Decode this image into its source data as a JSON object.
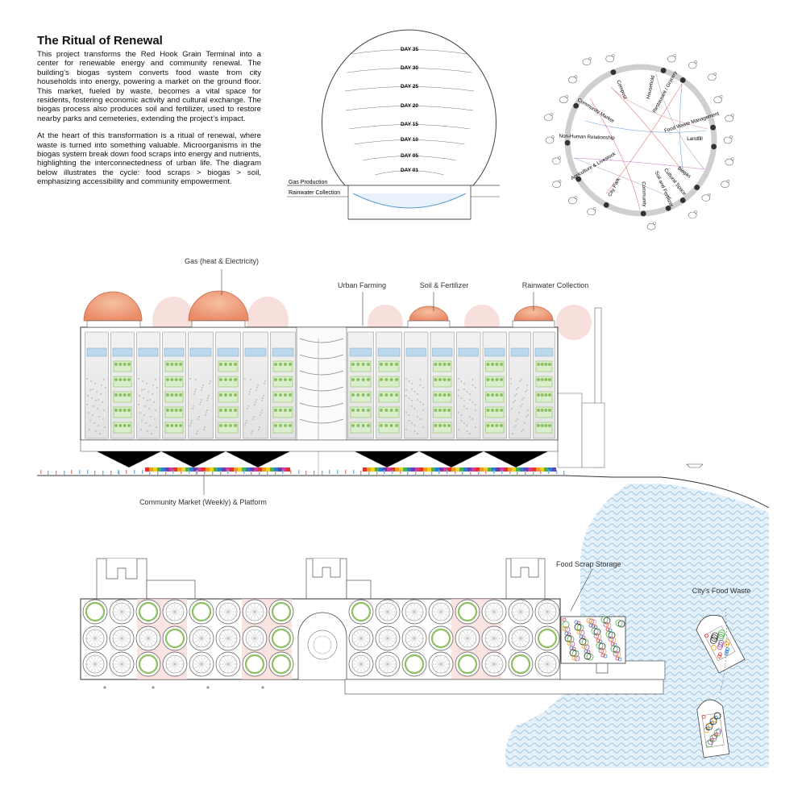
{
  "header": {
    "title": "The Ritual of Renewal",
    "paragraph1": "This project transforms the Red Hook Grain Terminal into a center for renewable energy and community renewal. The building’s biogas system converts food waste from city households into energy, powering a market on the ground floor. This market, fueled by waste, becomes a vital space for residents, fostering economic activity and cultural exchange. The biogas process also produces soil and fertilizer, used to restore nearby parks and cemeteries, extending the project’s impact.",
    "paragraph2": "At the heart of this transformation is a ritual of renewal, where waste is turned into something valuable. Microorganisms in the biogas system break down food scraps into energy and nutrients, highlighting the interconnectedness of urban life. The diagram below illustrates the cycle: food scraps > biogas > soil, emphasizing accessibility and community empowerment."
  },
  "dome_diagram": {
    "day_labels": [
      "DAY 35",
      "DAY 30",
      "DAY 25",
      "DAY 20",
      "DAY 15",
      "DAY 10",
      "DAY 05",
      "DAY 01"
    ],
    "gas_label": "Gas Production",
    "rain_label": "Rainwater Collection"
  },
  "cycle_diagram": {
    "nodes": [
      "Compost",
      "Household",
      "Restaurant / Grocery",
      "Food Waste Management",
      "Landfill",
      "Biogas",
      "Cultural Space",
      "Soil and Fertilizer",
      "Community",
      "City Park",
      "Agriculture & Livestock",
      "Non-Human Relationship",
      "Community Market"
    ]
  },
  "elevation": {
    "labels": {
      "gas": "Gas (heat & Electricity)",
      "farming": "Urban Farming",
      "soil": "Soil & Fertilizer",
      "rain": "Rainwater Collection",
      "market": "Community Market (Weekly) & Platform"
    }
  },
  "plan": {
    "labels": {
      "storage": "Food Scrap Storage",
      "waste": "City's Food Waste"
    }
  },
  "colors": {
    "dome_orange": "#f0a07e",
    "pink": "#f2c9c5",
    "green": "#8cc063",
    "water": "#a8cfe8",
    "line": "#333333"
  }
}
